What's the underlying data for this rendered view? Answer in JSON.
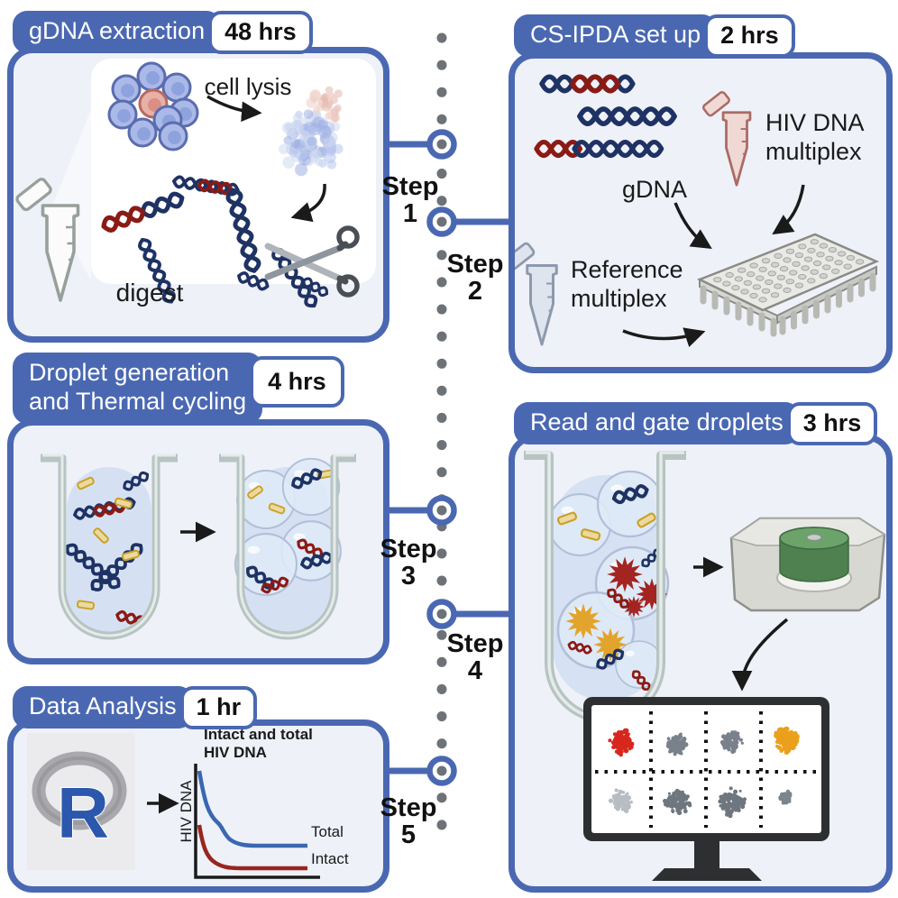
{
  "colors": {
    "accent_blue": "#4a68b2",
    "panel_bg": "#eef1f8",
    "spine_dot_gray": "#6d7278",
    "dna_navy": "#1e3264",
    "dna_red": "#8c1a14",
    "primer_yellow": "#c9a227",
    "hiv_tube_pink": "#f0d8d4",
    "reference_tube_blue": "#dfe5ef",
    "reader_green": "#4e8050",
    "scatter_red": "#d8271d",
    "scatter_orange": "#eba01d",
    "scatter_gray": "#79818b",
    "scatter_light_gray": "#b8bdc3",
    "r_logo_blue": "#2b57ad",
    "total_line_blue": "#3a67b1",
    "intact_line_red": "#9a241f"
  },
  "spine": {
    "steps": [
      {
        "word": "Step",
        "num": "1"
      },
      {
        "word": "Step",
        "num": "2"
      },
      {
        "word": "Step",
        "num": "3"
      },
      {
        "word": "Step",
        "num": "4"
      },
      {
        "word": "Step",
        "num": "5"
      }
    ]
  },
  "panels": {
    "gdna_extraction": {
      "title": "gDNA extraction",
      "duration": "48 hrs",
      "cell_lysis_label": "cell lysis",
      "digest_label": "digest"
    },
    "csipda_setup": {
      "title": "CS-IPDA set up",
      "duration": "2 hrs",
      "gdna_label": "gDNA",
      "hiv_multiplex_label_line1": "HIV DNA",
      "hiv_multiplex_label_line2": "multiplex",
      "reference_label_line1": "Reference",
      "reference_label_line2": "multiplex"
    },
    "droplet_generation": {
      "title_line1": "Droplet generation",
      "title_line2": "and  Thermal cycling",
      "duration": "4 hrs"
    },
    "read_gate": {
      "title": "Read and gate droplets",
      "duration": "3 hrs"
    },
    "data_analysis": {
      "title": "Data Analysis",
      "duration": "1 hr",
      "chart_title_line1": "Intact and total",
      "chart_title_line2": "HIV DNA",
      "chart_ylabel": "HIV DNA",
      "series_total": "Total",
      "series_intact": "Intact"
    }
  },
  "chart_data": {
    "type": "line",
    "title": "Intact and total HIV DNA",
    "xlabel": "",
    "ylabel": "HIV DNA",
    "axis_numbers_shown": false,
    "series": [
      {
        "name": "Total",
        "color": "#3a67b1",
        "shape": "steep decay with shoulder, plateaus at higher level"
      },
      {
        "name": "Intact",
        "color": "#9a241f",
        "shape": "steep decay, plateaus near baseline"
      }
    ]
  }
}
